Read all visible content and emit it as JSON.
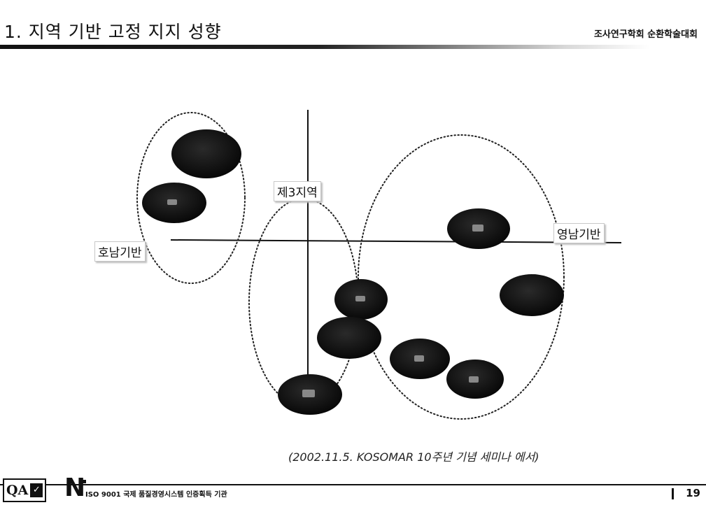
{
  "slide": {
    "title": "1.  지역 기반 고정 지지 성향",
    "org": "조사연구학회 순환학술대회"
  },
  "diagram": {
    "labels": {
      "honam": "호남기반",
      "third": "제3지역",
      "yeongnam": "영남기반"
    }
  },
  "citation": "(2002.11.5. KOSOMAR 10주년 기념 세미나 에서)",
  "footer": {
    "qa_logo_text": "QA",
    "n_logo_text": "N",
    "certification": "ISO 9001 국제 품질경영시스템 인증획득 기관",
    "page_number": "19"
  }
}
